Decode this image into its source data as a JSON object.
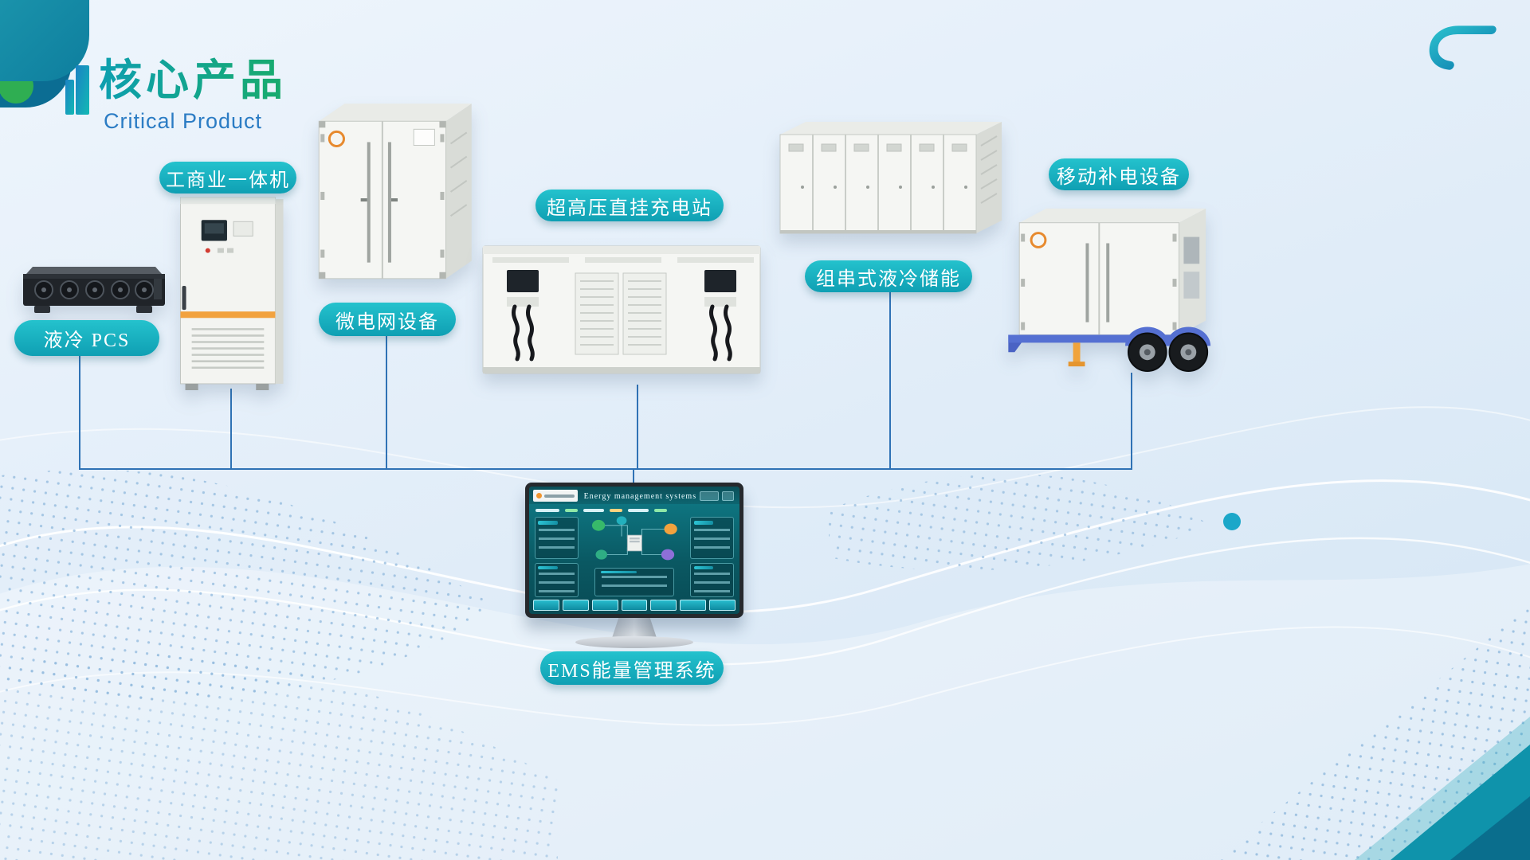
{
  "header": {
    "title": "核心产品",
    "subtitle": "Critical Product"
  },
  "products": [
    {
      "label": "液冷 PCS"
    },
    {
      "label": "工商业一体机"
    },
    {
      "label": "微电网设备"
    },
    {
      "label": "超高压直挂充电站"
    },
    {
      "label": "组串式液冷储能"
    },
    {
      "label": "移动补电设备"
    },
    {
      "label": "EMS能量管理系统"
    }
  ],
  "ems_screen": {
    "title": "Energy management systems"
  },
  "colors": {
    "pill_top": "#24c2cd",
    "pill_bottom": "#0f9fb3",
    "line_blue": "#2f72b5",
    "accent_orange": "#f2a23e",
    "corner_teal": "#128da6",
    "corner_green": "#2fae52"
  }
}
